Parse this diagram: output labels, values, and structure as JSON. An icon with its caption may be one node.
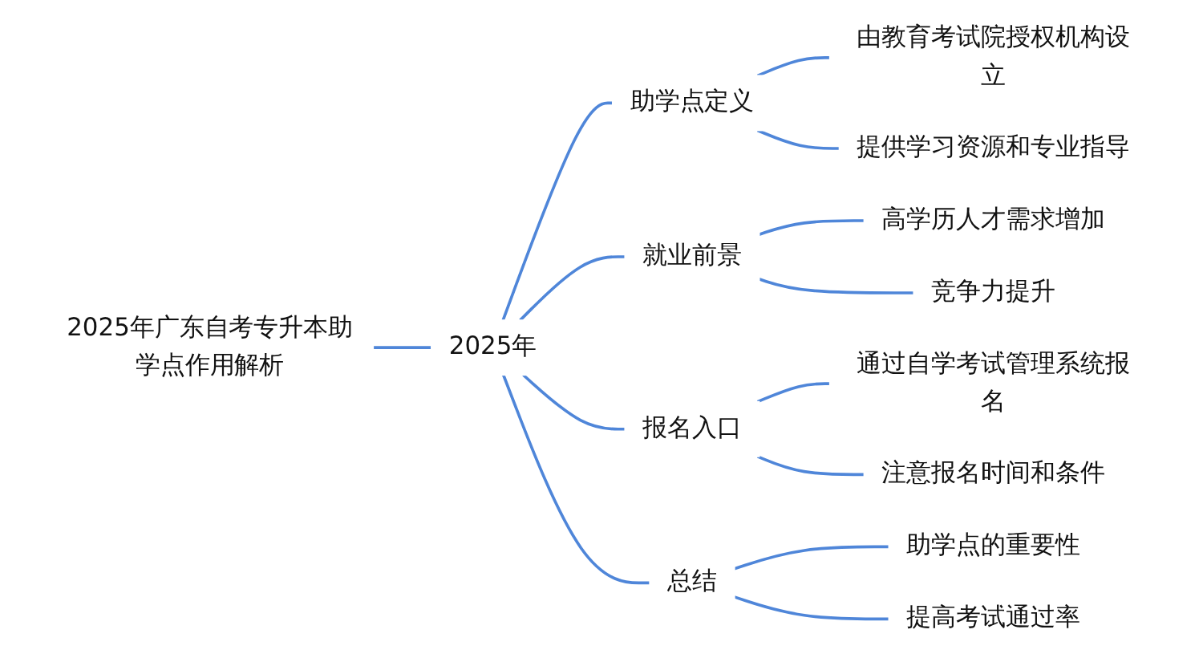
{
  "diagram": {
    "nodes": [
      {
        "text": [
          "2025年广东自考专升本助学点作用解析"
        ]
      },
      {
        "text": [
          "2025年"
        ]
      },
      {
        "text": [
          "助学点定义"
        ]
      },
      {
        "text": [
          "由教育考试院授权机构设立"
        ]
      },
      {
        "text": [
          "提供学习资源和专业指导"
        ]
      },
      {
        "text": [
          "就业前景"
        ]
      },
      {
        "text": [
          "高学历人才需求增加"
        ]
      },
      {
        "text": [
          "竞争力提升"
        ]
      },
      {
        "text": [
          "报名入口"
        ]
      },
      {
        "text": [
          "通过自学考试管理系统报名"
        ]
      },
      {
        "text": [
          "注意报名时间和条件"
        ]
      },
      {
        "text": [
          "总结"
        ]
      },
      {
        "text": [
          "助学点的重要性"
        ]
      },
      {
        "text": [
          "提高考试通过率"
        ]
      }
    ],
    "edges": [
      {
        "from": 0,
        "to": 1,
        "arrow": "none"
      },
      {
        "from": 1,
        "to": 2,
        "arrow": "none"
      },
      {
        "from": 2,
        "to": 3,
        "arrow": "none"
      },
      {
        "from": 2,
        "to": 4,
        "arrow": "none"
      },
      {
        "from": 1,
        "to": 5,
        "arrow": "none"
      },
      {
        "from": 5,
        "to": 6,
        "arrow": "none"
      },
      {
        "from": 5,
        "to": 7,
        "arrow": "none"
      },
      {
        "from": 1,
        "to": 8,
        "arrow": "none"
      },
      {
        "from": 8,
        "to": 9,
        "arrow": "none"
      },
      {
        "from": 8,
        "to": 10,
        "arrow": "none"
      },
      {
        "from": 1,
        "to": 11,
        "arrow": "none"
      },
      {
        "from": 11,
        "to": 12,
        "arrow": "none"
      },
      {
        "from": 11,
        "to": 13,
        "arrow": "none"
      }
    ]
  }
}
